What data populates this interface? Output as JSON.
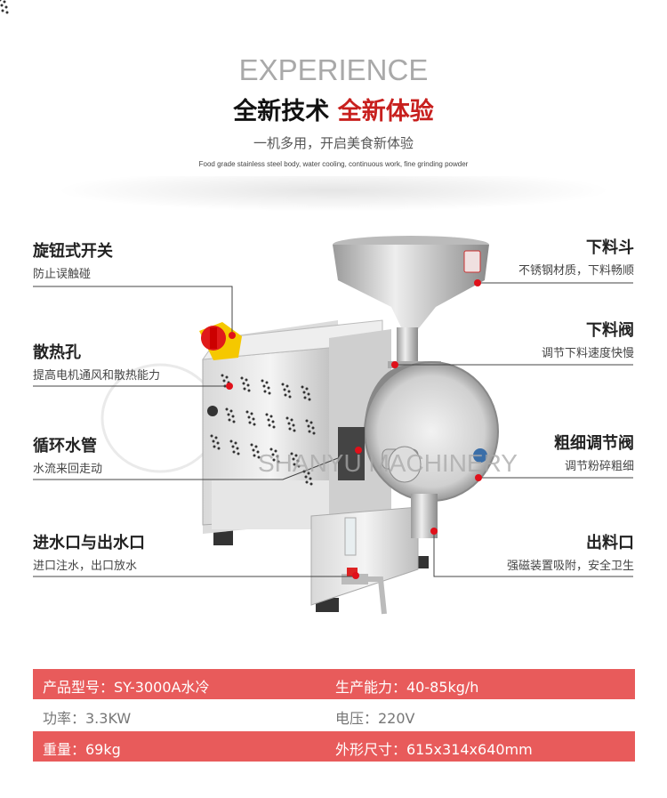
{
  "header": {
    "en_title": "EXPERIENCE",
    "cn_title_black": "全新技术",
    "cn_title_red": "全新体验",
    "subtitle": "一机多用，开启美食新体验",
    "description": "Food grade stainless steel body, water cooling, continuous work, fine grinding powder"
  },
  "callouts": {
    "left": [
      {
        "title": "旋钮式开关",
        "sub": "防止误触碰"
      },
      {
        "title": "散热孔",
        "sub": "提高电机通风和散热能力"
      },
      {
        "title": "循环水管",
        "sub": "水流来回走动"
      },
      {
        "title": "进水口与出水口",
        "sub": "进口注水，出口放水"
      }
    ],
    "right": [
      {
        "title": "下料斗",
        "sub": "不锈钢材质，下料畅顺"
      },
      {
        "title": "下料阀",
        "sub": "调节下料速度快慢"
      },
      {
        "title": "粗细调节阀",
        "sub": "调节粉碎粗细"
      },
      {
        "title": "出料口",
        "sub": "强磁装置吸附，安全卫生"
      }
    ]
  },
  "watermark": {
    "text": "SHANYU MACHINERY"
  },
  "specs": [
    [
      "产品型号：SY-3000A水冷",
      "生产能力：40-85kg/h"
    ],
    [
      "功率：3.3KW",
      "电压：220V"
    ],
    [
      "重量：69kg",
      "外形尺寸：615x314x640mm"
    ]
  ],
  "colors": {
    "accent_red": "#c8201e",
    "spec_row": "#e85b5b",
    "marker": "#e0101a",
    "switch_yellow": "#f5c800"
  }
}
